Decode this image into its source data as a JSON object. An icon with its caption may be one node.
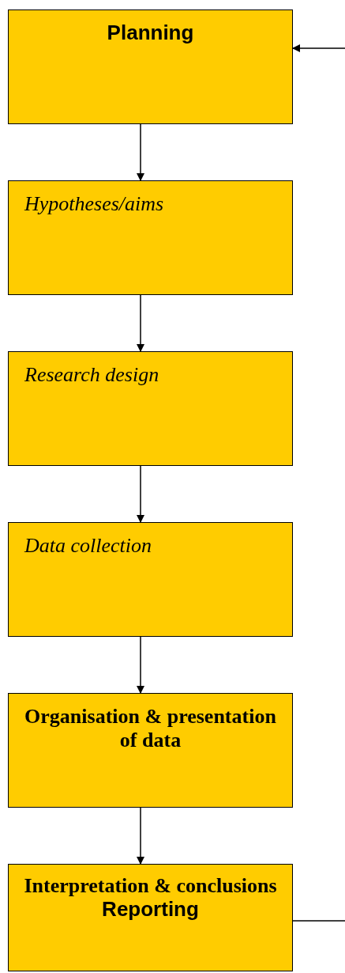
{
  "diagram": {
    "nodes": [
      {
        "text": [
          "Planning"
        ]
      },
      {
        "text": [
          "Hypotheses/aims"
        ]
      },
      {
        "text": [
          "Research design"
        ]
      },
      {
        "text": [
          "Data collection"
        ]
      },
      {
        "text": [
          "Organisation & presentation of data"
        ]
      },
      {
        "text": [
          "Interpretation & conclusions",
          "Reporting"
        ]
      }
    ],
    "edges": [
      {
        "from": 0,
        "to": 1,
        "arrow": "to"
      },
      {
        "from": 1,
        "to": 2,
        "arrow": "to"
      },
      {
        "from": 2,
        "to": 3,
        "arrow": "to"
      },
      {
        "from": 3,
        "to": 4,
        "arrow": "to"
      },
      {
        "from": 4,
        "to": 5,
        "arrow": "to"
      },
      {
        "from": null,
        "to": 0,
        "arrow": "to"
      },
      {
        "from": 5,
        "to": null,
        "arrow": "none"
      }
    ]
  }
}
